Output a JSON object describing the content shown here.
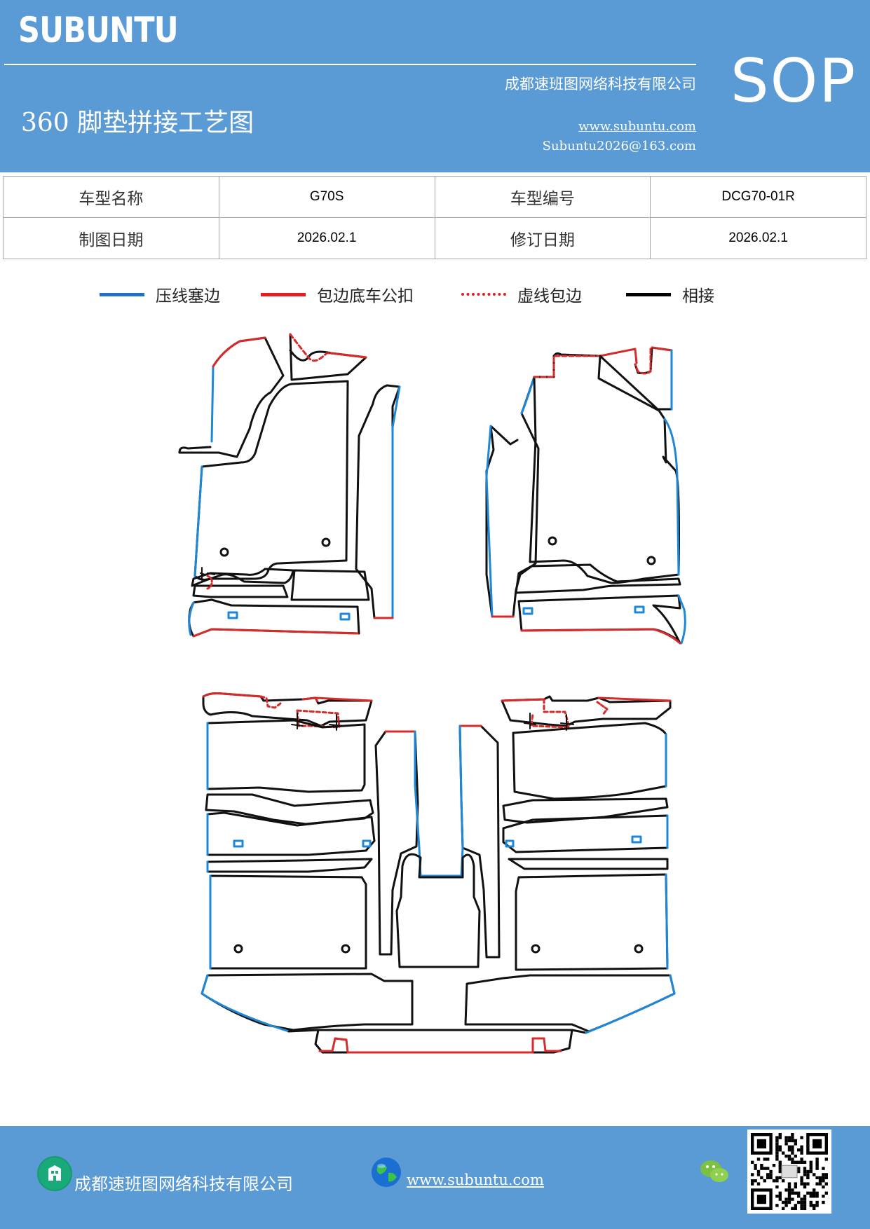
{
  "header": {
    "brand": "SUBUNTU",
    "company": "成都速班图网络科技有限公司",
    "title": "360 脚垫拼接工艺图",
    "website": "www.subuntu.com",
    "email": "Subuntu2026@163.com",
    "badge": "SOP"
  },
  "info": {
    "model_name_label": "车型名称",
    "model_name": "G70S",
    "model_code_label": "车型编号",
    "model_code": "DCG70-01R",
    "draw_date_label": "制图日期",
    "draw_date": "2026.02.1",
    "revise_date_label": "修订日期",
    "revise_date": "2026.02.1"
  },
  "legend": [
    {
      "label": "压线塞边",
      "color": "#0070c0",
      "style": "solid"
    },
    {
      "label": "包边底车公扣",
      "color": "#e02020",
      "style": "solid"
    },
    {
      "label": "虚线包边",
      "color": "#e02020",
      "style": "dotted"
    },
    {
      "label": "相接",
      "color": "#000000",
      "style": "solid"
    }
  ],
  "colors": {
    "header_bg": "#5b9bd5",
    "blue_line": "#1e88d8",
    "red_line": "#d62b2b",
    "black_line": "#111111"
  },
  "footer": {
    "company": "成都速班图网络科技有限公司",
    "website": "www.subuntu.com",
    "icons": [
      "building-icon",
      "globe-icon",
      "wechat-icon",
      "qr-code"
    ]
  }
}
